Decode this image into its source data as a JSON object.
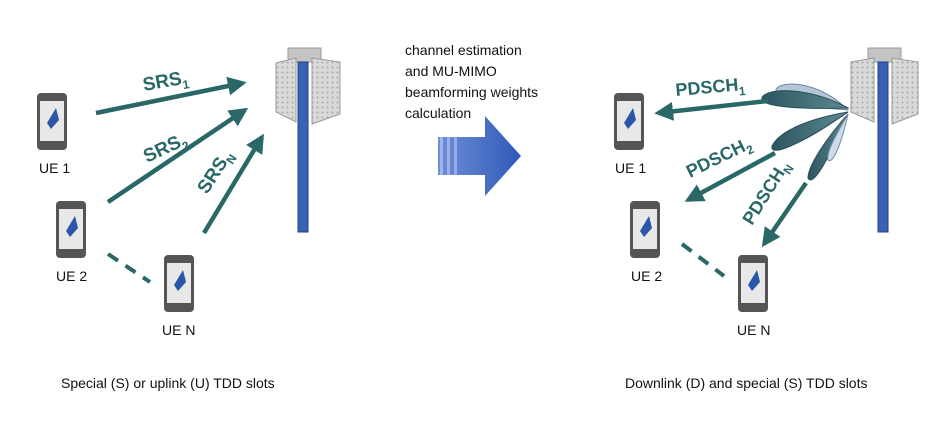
{
  "colors": {
    "arrow": "#2a6868",
    "mast": "#3a62b4",
    "mast_edge": "#1f3f82",
    "panel": "#d2d2d2",
    "big_arrow": "#3e66c4",
    "beam": "#2f5c66",
    "beam_light": "#b8c8d8",
    "phone_body": "#555555",
    "phone_screen": "#e8e8e8",
    "logo": "#2a55a8"
  },
  "left": {
    "ue_labels": [
      "UE 1",
      "UE 2",
      "UE N"
    ],
    "signals": [
      {
        "base": "SRS",
        "sub": "1"
      },
      {
        "base": "SRS",
        "sub": "2"
      },
      {
        "base": "SRS",
        "sub": "N"
      }
    ],
    "caption": "Special (S) or uplink (U) TDD slots"
  },
  "middle": {
    "lines": [
      "channel estimation",
      "and MU-MIMO",
      "beamforming weights",
      "calculation"
    ]
  },
  "right": {
    "ue_labels": [
      "UE 1",
      "UE 2",
      "UE N"
    ],
    "signals": [
      {
        "base": "PDSCH",
        "sub": "1"
      },
      {
        "base": "PDSCH",
        "sub": "2"
      },
      {
        "base": "PDSCH",
        "sub": "N"
      }
    ],
    "caption": "Downlink (D) and special (S) TDD slots"
  }
}
